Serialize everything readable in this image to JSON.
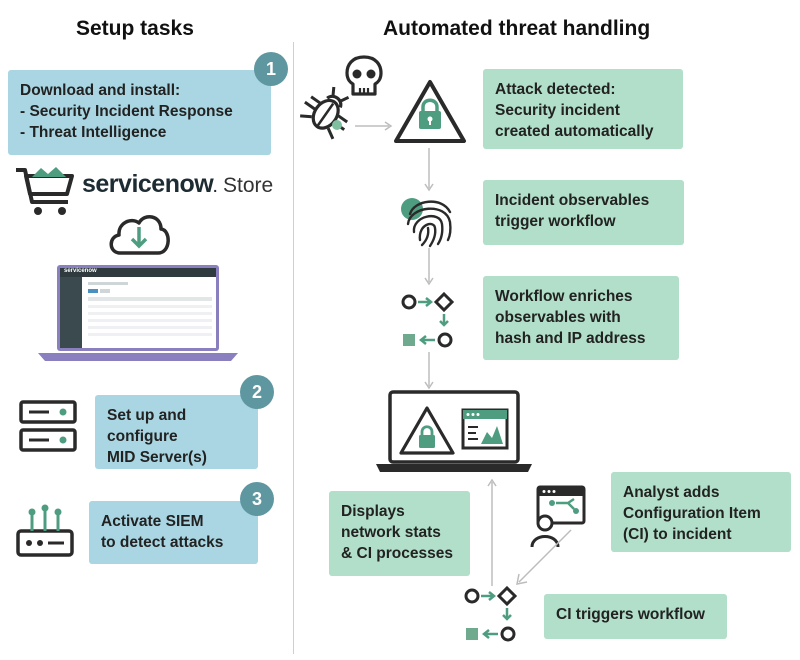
{
  "headings": {
    "setup": "Setup tasks",
    "automated": "Automated threat handling"
  },
  "setup_steps": [
    {
      "number": "1",
      "lines": [
        "Download and install:",
        "- Security Incident Response",
        "- Threat Intelligence"
      ]
    },
    {
      "number": "2",
      "lines": [
        "Set up and",
        "configure",
        "MID Server(s)"
      ]
    },
    {
      "number": "3",
      "lines": [
        "Activate SIEM",
        "to detect attacks"
      ]
    }
  ],
  "store": {
    "brand": "servicenow",
    "label": "Store"
  },
  "laptop_brand": "servicenow",
  "threat_flow": [
    {
      "lines": [
        "Attack detected:",
        "Security incident",
        "created automatically"
      ]
    },
    {
      "lines": [
        "Incident observables",
        "trigger workflow"
      ]
    },
    {
      "lines": [
        "Workflow enriches",
        "observables with",
        "hash and IP address"
      ]
    }
  ],
  "displays": {
    "lines": [
      "Displays",
      "network stats",
      "& CI processes"
    ]
  },
  "analyst": {
    "lines": [
      "Analyst adds",
      "Configuration Item",
      "(CI) to incident"
    ]
  },
  "ci_trigger": {
    "lines": [
      "CI triggers workflow"
    ]
  },
  "colors": {
    "blue_box": "#a9d6e2",
    "green_box": "#b1dfc9",
    "badge": "#5f97a1",
    "icon_dark": "#2a2a2a",
    "icon_green": "#4f9d80",
    "laptop_frame": "#8a7fbf"
  },
  "icons": [
    "cart-icon",
    "cloud-download-icon",
    "laptop-icon",
    "server-icon",
    "router-icon",
    "bug-icon",
    "skull-icon",
    "warning-lock-icon",
    "fingerprint-icon",
    "workflow-icon",
    "monitor-icon",
    "analyst-icon"
  ]
}
